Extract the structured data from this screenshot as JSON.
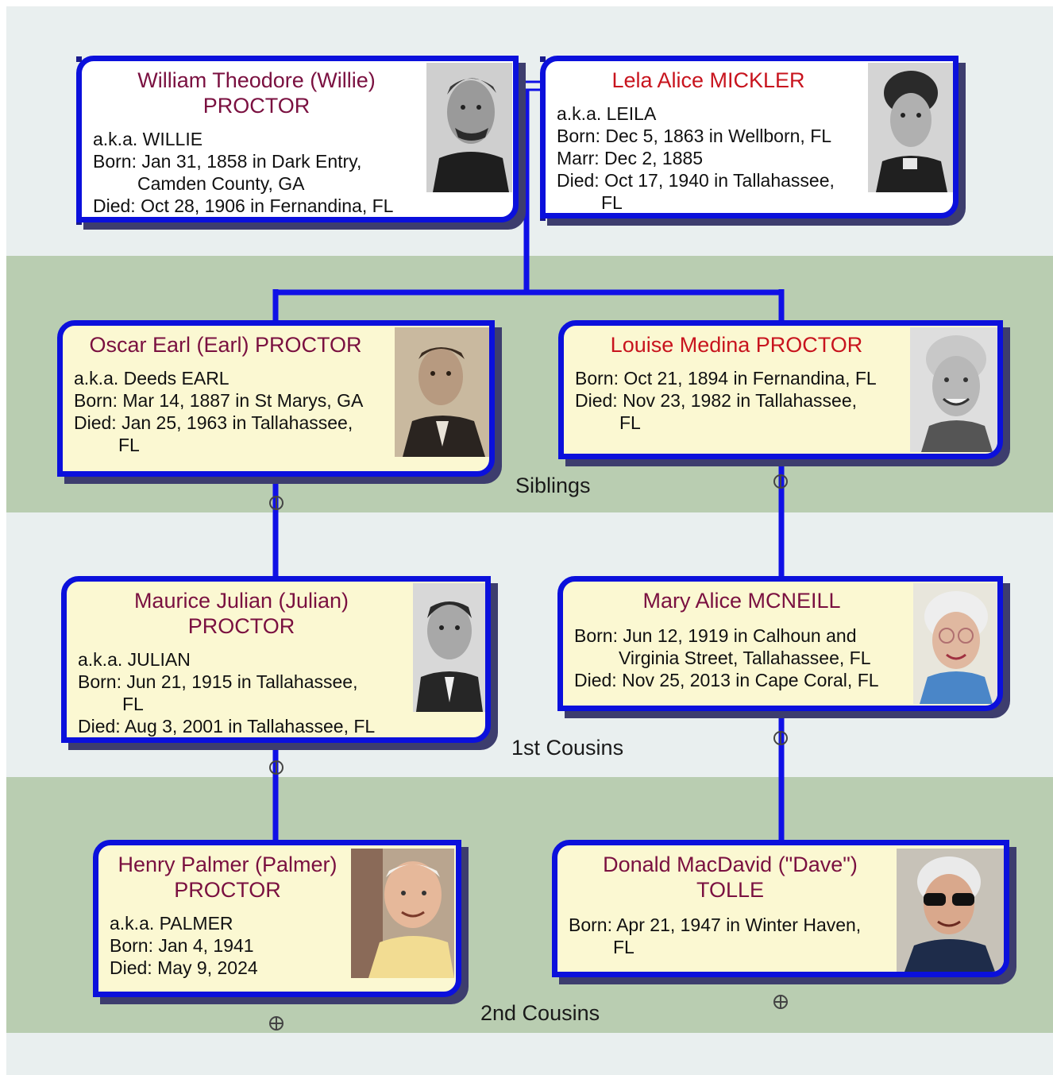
{
  "generations": {
    "siblings": "Siblings",
    "first_cousins": "1st Cousins",
    "second_cousins": "2nd Cousins"
  },
  "people": {
    "william": {
      "name_line1": "William Theodore (Willie)",
      "name_line2": "PROCTOR",
      "aka": "a.k.a. WILLIE",
      "born1": "Born: Jan 31, 1858 in Dark Entry,",
      "born2": "Camden County, GA",
      "died": "Died: Oct 28, 1906 in Fernandina, FL",
      "photo": "portrait-man-mustache-icon"
    },
    "lela": {
      "name_line1": "Lela Alice MICKLER",
      "aka": "a.k.a. LEILA",
      "born": "Born: Dec 5, 1863 in Wellborn, FL",
      "marr": "Marr: Dec 2, 1885",
      "died1": "Died: Oct 17, 1940 in Tallahassee,",
      "died2": "FL",
      "photo": "portrait-woman-icon"
    },
    "oscar": {
      "name_line1": "Oscar Earl (Earl) PROCTOR",
      "aka": "a.k.a. Deeds EARL",
      "born": "Born: Mar 14, 1887 in St Marys, GA",
      "died1": "Died: Jan 25, 1963 in Tallahassee,",
      "died2": "FL",
      "photo": "portrait-young-man-icon"
    },
    "louise": {
      "name_line1": "Louise Medina PROCTOR",
      "born": "Born: Oct 21, 1894 in Fernandina, FL",
      "died1": "Died: Nov 23, 1982 in Tallahassee,",
      "died2": "FL",
      "photo": "portrait-elderly-woman-icon"
    },
    "maurice": {
      "name_line1": "Maurice Julian (Julian)",
      "name_line2": "PROCTOR",
      "aka": "a.k.a. JULIAN",
      "born1": "Born: Jun 21, 1915 in Tallahassee,",
      "born2": "FL",
      "died": "Died: Aug 3, 2001 in Tallahassee, FL",
      "photo": "portrait-man-suit-icon"
    },
    "mary": {
      "name_line1": "Mary Alice MCNEILL",
      "born1": "Born: Jun 12, 1919 in Calhoun and",
      "born2": "Virginia Street, Tallahassee, FL",
      "died": "Died: Nov 25, 2013 in Cape Coral, FL",
      "photo": "portrait-elderly-woman-glasses-icon"
    },
    "henry": {
      "name_line1": "Henry Palmer (Palmer)",
      "name_line2": "PROCTOR",
      "aka": "a.k.a. PALMER",
      "born": "Born: Jan 4, 1941",
      "died": "Died: May 9, 2024",
      "photo": "portrait-elderly-man-icon"
    },
    "donald": {
      "name_line1": "Donald MacDavid (\"Dave\")",
      "name_line2": "TOLLE",
      "born1": "Born: Apr 21, 1947 in Winter Haven,",
      "born2": "FL",
      "photo": "portrait-man-sunglasses-icon"
    }
  },
  "colors": {
    "connector": "#1010e6",
    "card_border": "#0b10dc",
    "card_fill": "#fbf8d2",
    "name_text": "#7a1040",
    "name_text_female_root": "#c8141e",
    "band_light": "#e9efef",
    "band_green": "#b9cdb1"
  }
}
